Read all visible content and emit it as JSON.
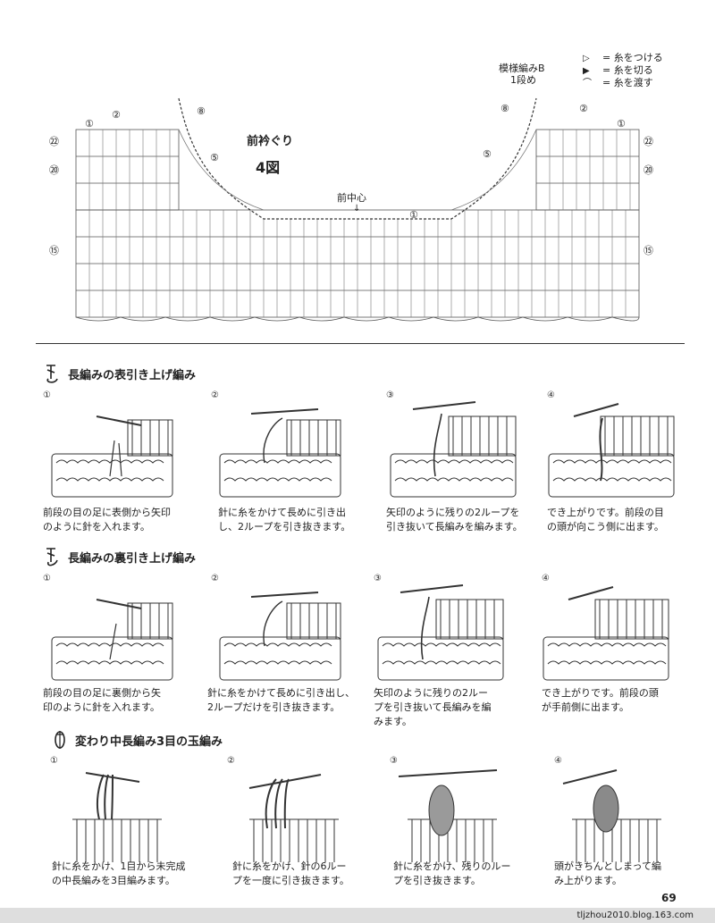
{
  "diagram": {
    "pattern_label_line1": "模様編みB",
    "pattern_label_line2": "1段め",
    "legend": [
      {
        "symbol": "▷",
        "text": "= 糸をつける"
      },
      {
        "symbol": "▶",
        "text": "= 糸を切る"
      },
      {
        "symbol": "⌒",
        "text": "= 糸を渡す"
      }
    ],
    "title": "前衿ぐり",
    "figure_label": "4図",
    "center_label": "前中心",
    "row_markers": {
      "r1": "①",
      "r2": "②",
      "r5": "⑤",
      "r8": "⑧",
      "r15": "⑮",
      "r20": "⑳",
      "r22": "㉒"
    }
  },
  "sections": [
    {
      "symbol": "front-post-dc-symbol",
      "title": "長編みの表引き上げ編み",
      "steps": [
        {
          "num": "①",
          "caption": "前段の目の足に表側から矢印\nのように針を入れます。"
        },
        {
          "num": "②",
          "caption": "針に糸をかけて長めに引き出\nし、2ループを引き抜きます。"
        },
        {
          "num": "③",
          "caption": "矢印のように残りの2ループを\n引き抜いて長編みを編みます。"
        },
        {
          "num": "④",
          "caption": "でき上がりです。前段の目\nの頭が向こう側に出ます。"
        }
      ]
    },
    {
      "symbol": "back-post-dc-symbol",
      "title": "長編みの裏引き上げ編み",
      "steps": [
        {
          "num": "①",
          "caption": "前段の目の足に裏側から矢\n印のように針を入れます。"
        },
        {
          "num": "②",
          "caption": "針に糸をかけて長めに引き出し、\n2ループだけを引き抜きます。"
        },
        {
          "num": "③",
          "caption": "矢印のように残りの2ルー\nプを引き抜いて長編みを編\nみます。"
        },
        {
          "num": "④",
          "caption": "でき上がりです。前段の頭\nが手前側に出ます。"
        }
      ]
    },
    {
      "symbol": "puff-stitch-symbol",
      "title": "変わり中長編み3目の玉編み",
      "steps": [
        {
          "num": "①",
          "caption": "針に糸をかけ、1目から未完成\nの中長編みを3目編みます。"
        },
        {
          "num": "②",
          "caption": "針に糸をかけ、針の6ルー\nプを一度に引き抜きます。"
        },
        {
          "num": "③",
          "caption": "針に糸をかけ、残りのルー\nプを引き抜きます。"
        },
        {
          "num": "④",
          "caption": "頭がきちんとしまって編\nみ上がります。"
        }
      ]
    }
  ],
  "footer": {
    "page_number": "69",
    "watermark": "tljzhou2010.blog.163.com"
  }
}
